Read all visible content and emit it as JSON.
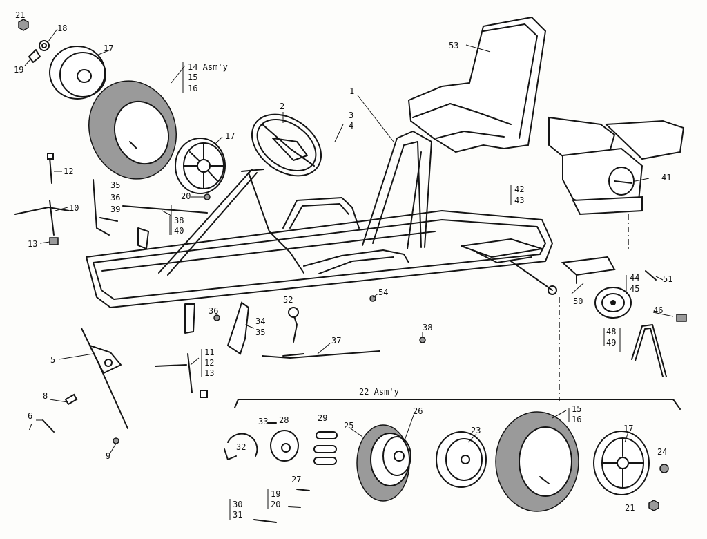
{
  "labels": {
    "p1": "1",
    "p2": "2",
    "p3": "3",
    "p4": "4",
    "p5": "5",
    "p6": "6",
    "p7": "7",
    "p8": "8",
    "p9": "9",
    "p10": "10",
    "p11": "11",
    "p12a": "12",
    "p12b": "12",
    "p13a": "13",
    "p13b": "13",
    "p14": "14 Asm'y",
    "p15a": "15",
    "p16a": "16",
    "p15b": "15",
    "p16b": "16",
    "p17a": "17",
    "p17b": "17",
    "p17c": "17",
    "p18": "18",
    "p19a": "19",
    "p19b": "19",
    "p20a": "20",
    "p20b": "20",
    "p21a": "21",
    "p21b": "21",
    "p22": "22  Asm'y",
    "p23": "23",
    "p24": "24",
    "p25": "25",
    "p26": "26",
    "p27": "27",
    "p28": "28",
    "p29": "29",
    "p30": "30",
    "p31": "31",
    "p32": "32",
    "p33": "33",
    "p34": "34",
    "p35a": "35",
    "p35b": "35",
    "p36a": "36",
    "p36b": "36",
    "p37": "37",
    "p38a": "38",
    "p38b": "38",
    "p39": "39",
    "p40": "40",
    "p41": "41",
    "p42": "42",
    "p43": "43",
    "p44": "44",
    "p45": "45",
    "p46": "46",
    "p48": "48",
    "p49": "49",
    "p50": "50",
    "p51": "51",
    "p52": "52",
    "p53": "53",
    "p54": "54"
  }
}
